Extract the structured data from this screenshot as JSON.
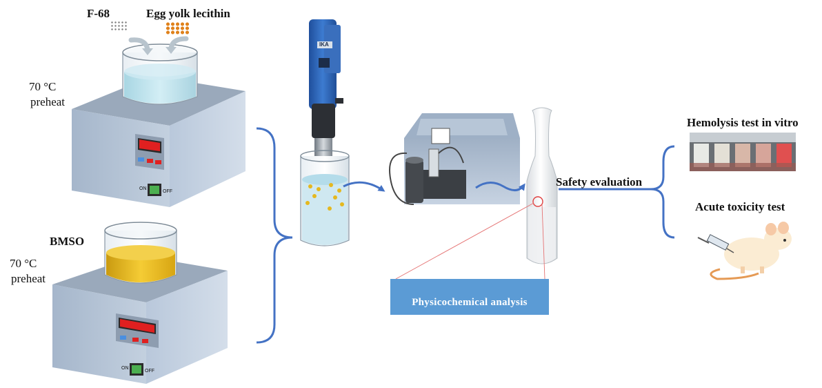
{
  "labels": {
    "f68": "F-68",
    "lecithin": "Egg yolk lecithin",
    "temp_top": "70 °C",
    "preheat_top": "preheat",
    "bmso": "BMSO",
    "temp_bottom": "70 °C",
    "preheat_bottom": "preheat",
    "safety": "Safety evaluation",
    "hemolysis": "Hemolysis test in vitro",
    "acute": "Acute toxicity test",
    "physico": "Physicochemical analysis",
    "homogenizer_brand": "IKA",
    "switch_on": "ON",
    "switch_off": "OFF"
  },
  "colors": {
    "arrow": "#4472c4",
    "device_gray": "#a8b8cc",
    "water": "#bfe3ec",
    "oil": "#e8b81a",
    "display_red": "#e02020",
    "band_blue": "#5b9bd5",
    "homogenizer_blue": "#2f63b5"
  }
}
